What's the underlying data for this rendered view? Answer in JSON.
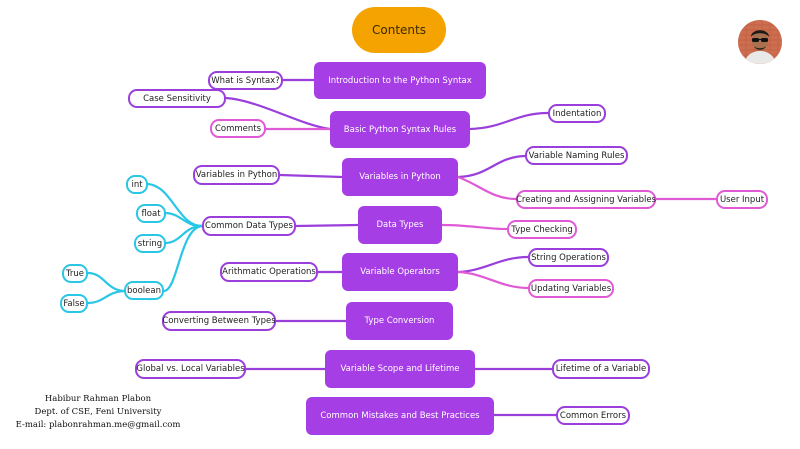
{
  "root": {
    "label": "Contents"
  },
  "main_topics": [
    {
      "label": "Introduction to the Python Syntax"
    },
    {
      "label": "Basic Python Syntax Rules"
    },
    {
      "label": "Variables in Python"
    },
    {
      "label": "Data Types"
    },
    {
      "label": "Variable Operators"
    },
    {
      "label": "Type Conversion"
    },
    {
      "label": "Variable Scope and Lifetime"
    },
    {
      "label": "Common Mistakes and Best Practices"
    }
  ],
  "subtopics": [
    {
      "label": "What is Syntax?"
    },
    {
      "label": "Case Sensitivity"
    },
    {
      "label": "Comments"
    },
    {
      "label": "Indentation"
    },
    {
      "label": "Variables in Python"
    },
    {
      "label": "Variable Naming Rules"
    },
    {
      "label": "Creating and Assigning Variables"
    },
    {
      "label": "User Input"
    },
    {
      "label": "Common Data Types"
    },
    {
      "label": "Type Checking"
    },
    {
      "label": "int"
    },
    {
      "label": "float"
    },
    {
      "label": "string"
    },
    {
      "label": "boolean"
    },
    {
      "label": "True"
    },
    {
      "label": "False"
    },
    {
      "label": "Arithmatic Operations"
    },
    {
      "label": "String Operations"
    },
    {
      "label": "Updating Variables"
    },
    {
      "label": "Converting Between Types"
    },
    {
      "label": "Global vs. Local Variables"
    },
    {
      "label": "Lifetime of a Variable"
    },
    {
      "label": "Common Errors"
    }
  ],
  "author": {
    "name": "Habibur Rahman Plabon",
    "dept": "Dept. of CSE, Feni University",
    "email": "E-mail: plabonrahman.me@gmail.com"
  },
  "colors": {
    "root": "#f5a300",
    "main": "#a63ee6",
    "purple_border": "#9a3fdc",
    "pink_border": "#e05ad6",
    "cyan_border": "#29c6e6"
  }
}
